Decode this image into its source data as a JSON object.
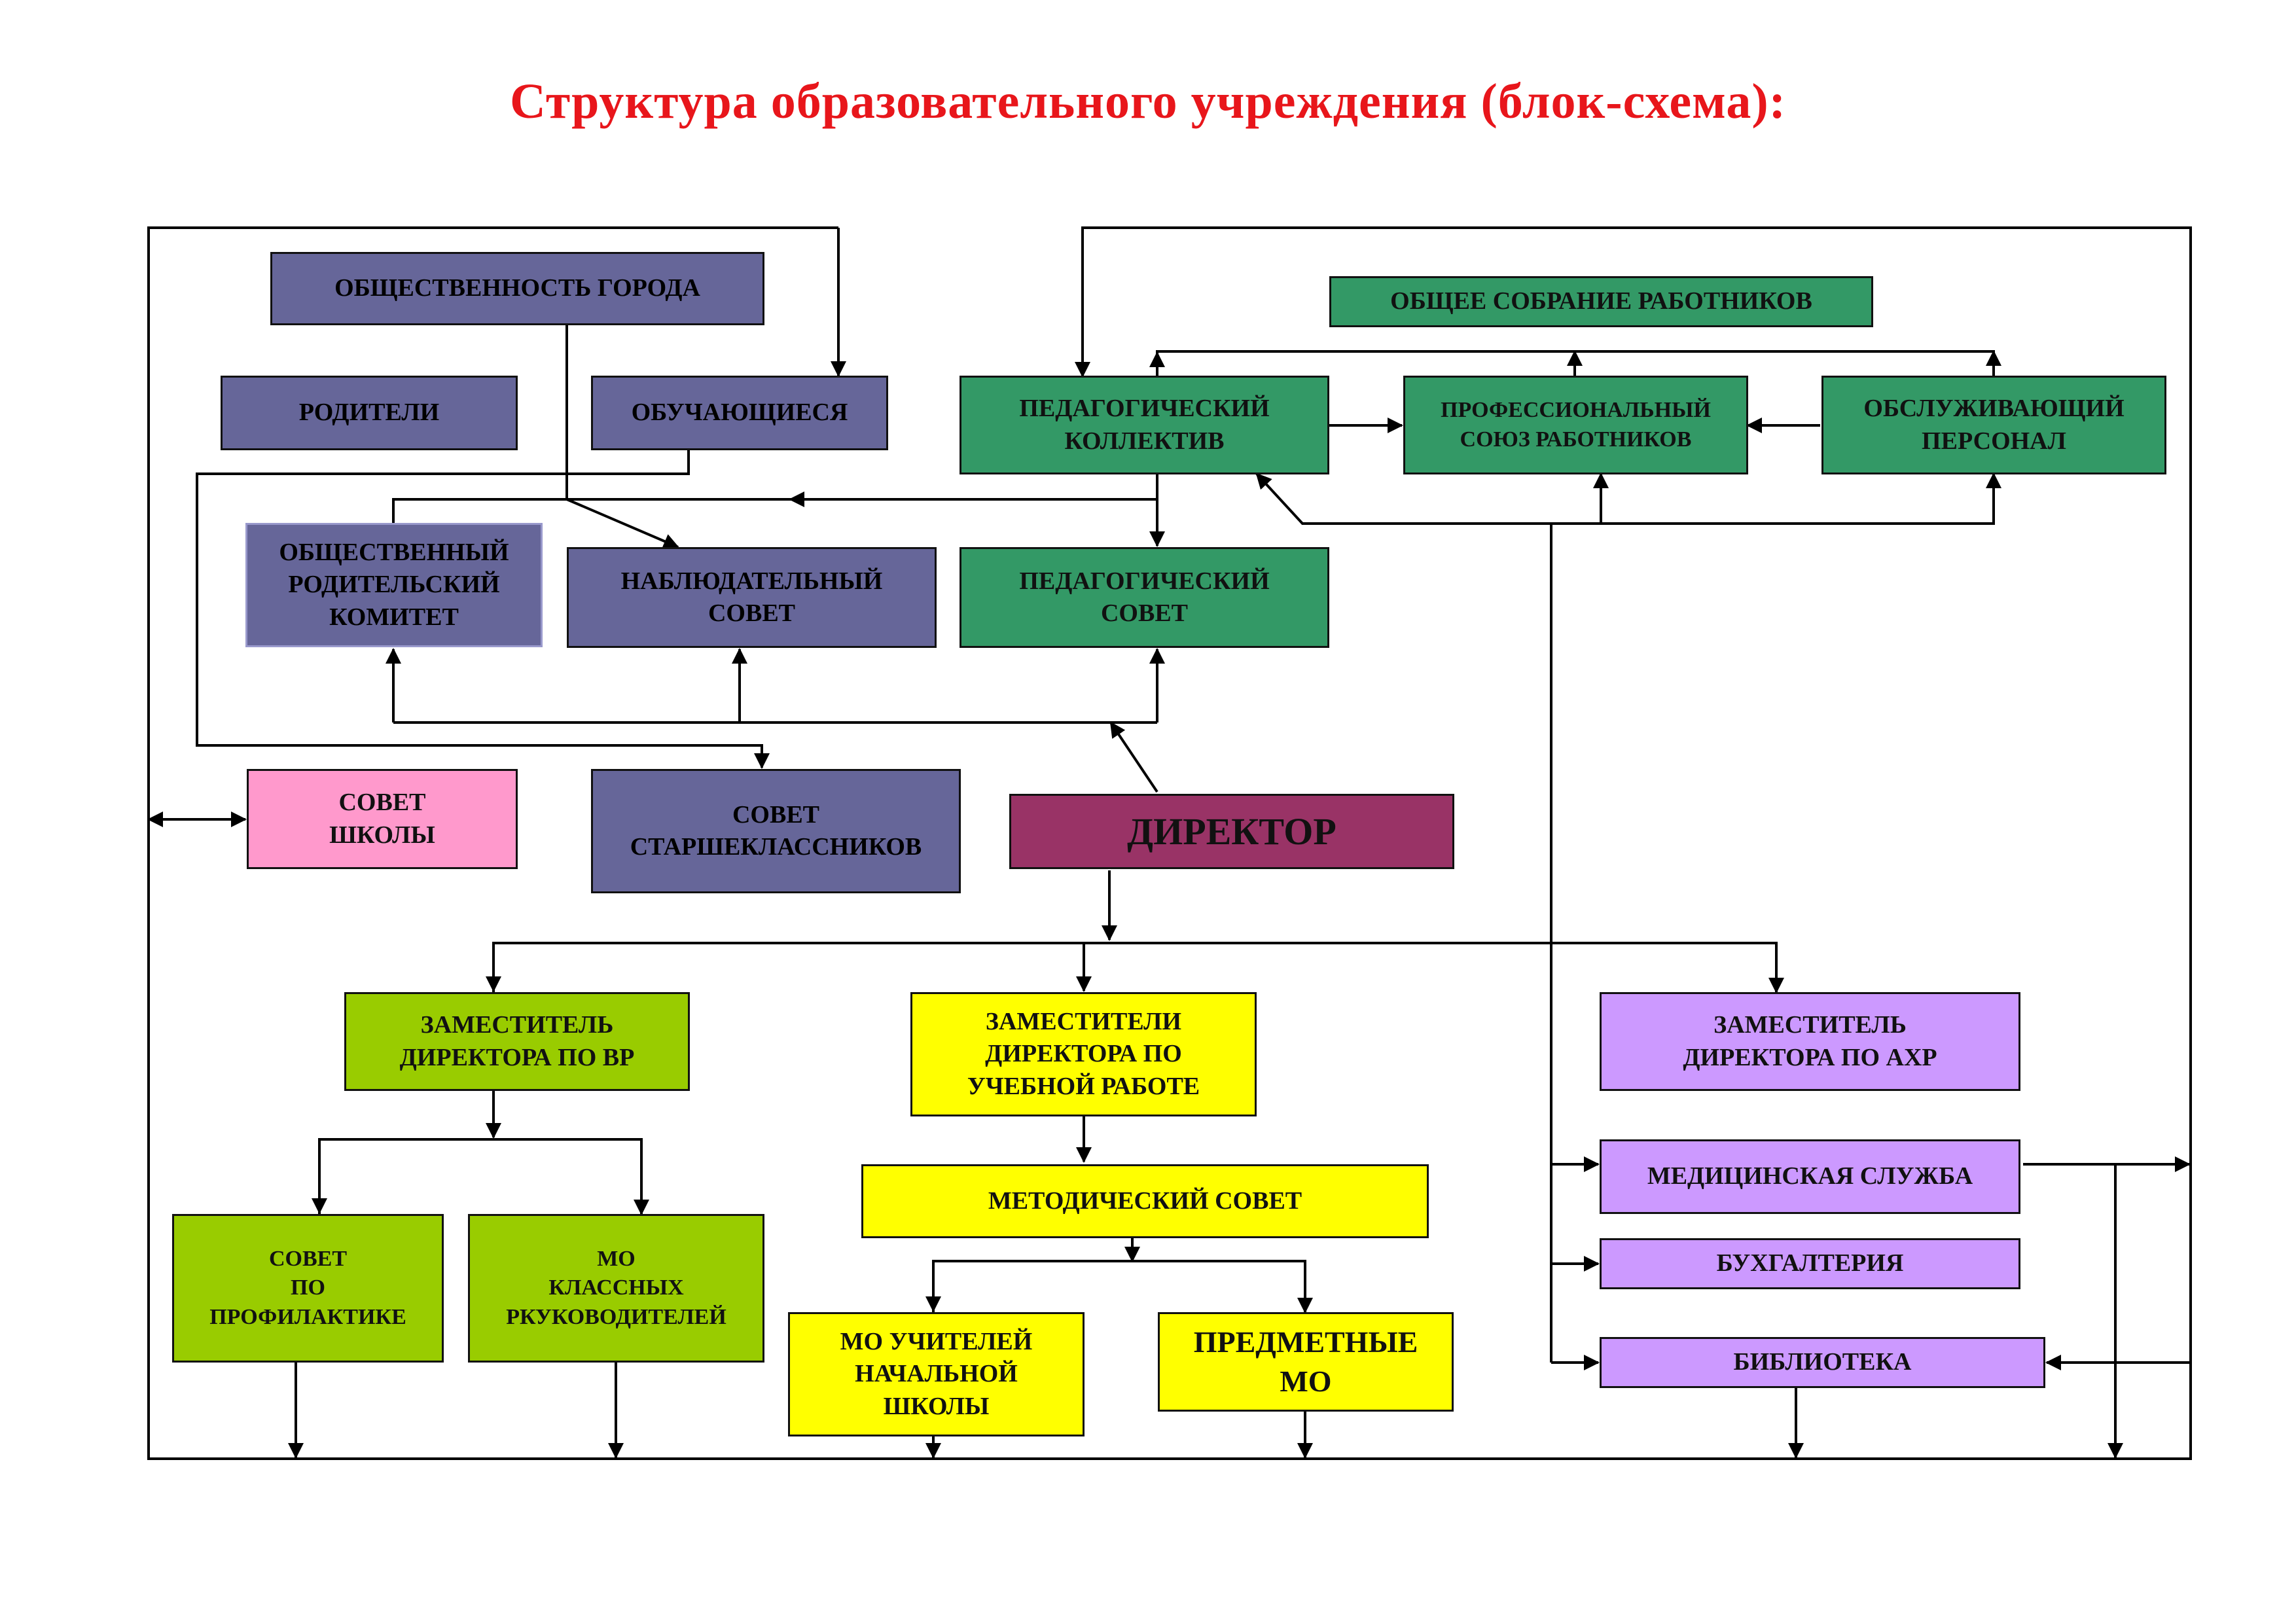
{
  "title": "Структура образовательного учреждения (блок-схема):",
  "boxes": {
    "city_public": "ОБЩЕСТВЕННОСТЬ ГОРОДА",
    "parents": "РОДИТЕЛИ",
    "students": "ОБУЧАЮЩИЕСЯ",
    "general_meeting": "ОБЩЕЕ СОБРАНИЕ РАБОТНИКОВ",
    "teaching_staff": "ПЕДАГОГИЧЕСКИЙ\nКОЛЛЕКТИВ",
    "trade_union": "ПРОФЕССИОНАЛЬНЫЙ\nСОЮЗ  РАБОТНИКОВ",
    "service_staff": "ОБСЛУЖИВАЮЩИЙ\nПЕРСОНАЛ",
    "parent_committee": "ОБЩЕСТВЕННЫЙ\nРОДИТЕЛЬСКИЙ\nКОМИТЕТ",
    "supervisory_board": "НАБЛЮДАТЕЛЬНЫЙ\nСОВЕТ",
    "pedagogical_council": "ПЕДАГОГИЧЕСКИЙ\nСОВЕТ",
    "school_council": "СОВЕТ\nШКОЛЫ",
    "senior_council": "СОВЕТ\nСТАРШЕКЛАССНИКОВ",
    "director": "ДИРЕКТОР",
    "deputy_vr": "ЗАМЕСТИТЕЛЬ\nДИРЕКТОРА ПО ВР",
    "deputy_study": "ЗАМЕСТИТЕЛИ\nДИРЕКТОРА ПО\nУЧЕБНОЙ РАБОТЕ",
    "deputy_ahr": "ЗАМЕСТИТЕЛЬ\nДИРЕКТОРА ПО  АХР",
    "prevention_council": "СОВЕТ\nПО\nПРОФИЛАКТИКЕ",
    "mo_class_leaders": "МО\nКЛАССНЫХ\nРКУКОВОДИТЕЛЕЙ",
    "methodical_council": "МЕТОДИЧЕСКИЙ СОВЕТ",
    "mo_primary": "МО УЧИТЕЛЕЙ\nНАЧАЛЬНОЙ\nШКОЛЫ",
    "subject_mo": "ПРЕДМЕТНЫЕ\nМО",
    "medical": "МЕДИЦИНСКАЯ  СЛУЖБА",
    "accounting": "БУХГАЛТЕРИЯ",
    "library": "БИБЛИОТЕКА"
  },
  "colors": {
    "title": "#e8161b",
    "purple": "#666699",
    "green": "#339966",
    "lime": "#99cc00",
    "yellow": "#ffff00",
    "lilac": "#cc99ff",
    "pink": "#ff99cc",
    "maroon": "#993366"
  }
}
